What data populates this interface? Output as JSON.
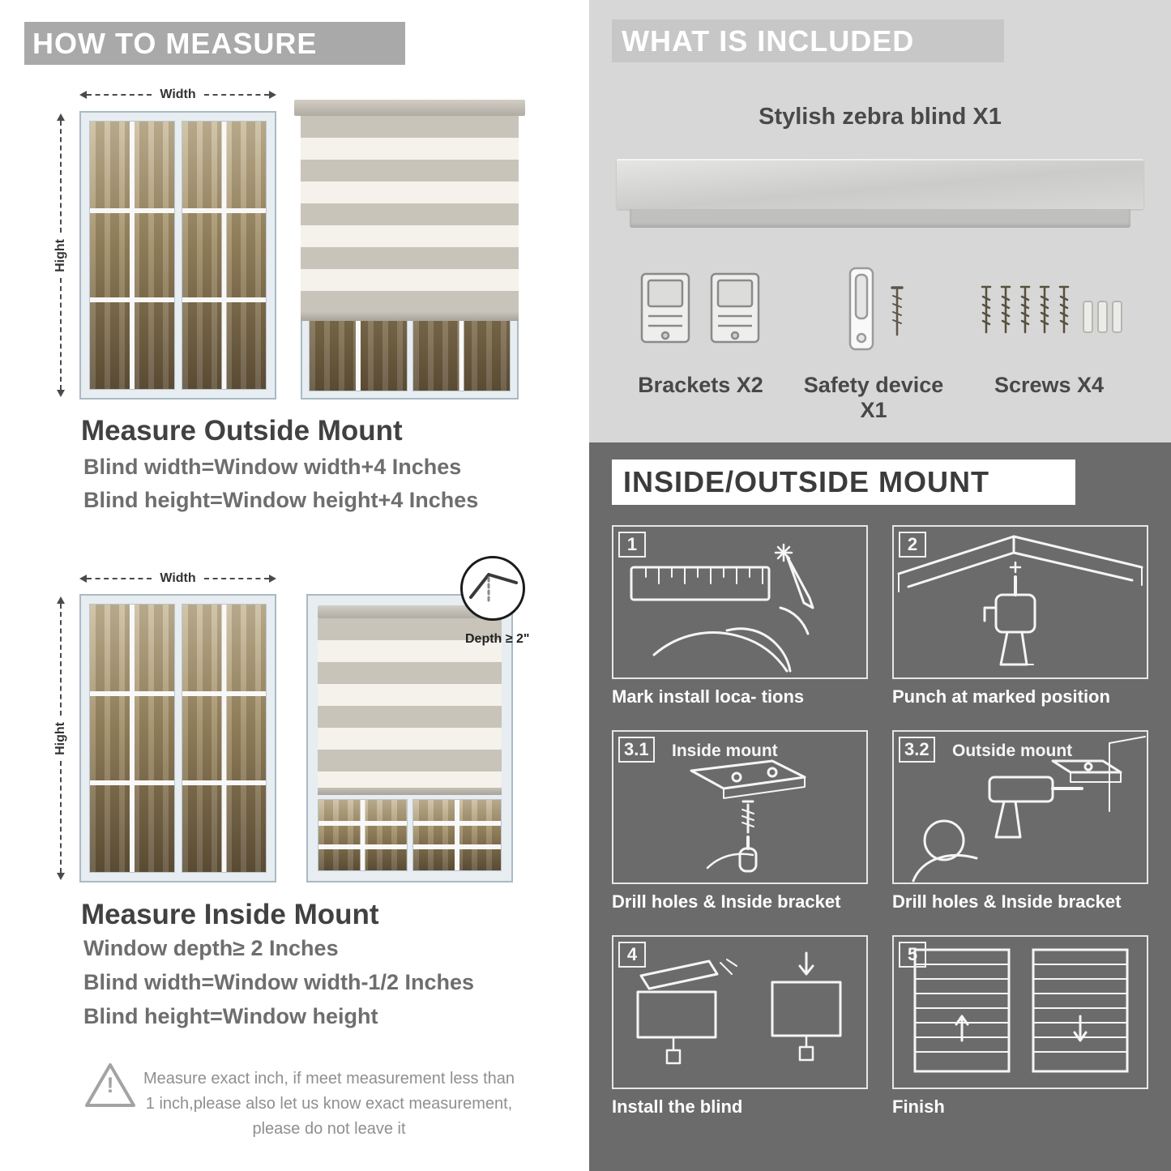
{
  "colors": {
    "left_banner_bg": "#a9a9a9",
    "included_bg": "#d7d7d7",
    "included_banner_bg": "#c7c7c7",
    "mount_bg": "#6b6b6b",
    "mount_banner_bg": "#ffffff",
    "heading_text": "#414141",
    "body_text": "#6e6e6e",
    "banner_text": "#ffffff",
    "blind_stripe_dark": "#c8c4ba",
    "blind_stripe_light": "#f4f2eb"
  },
  "left": {
    "header": "HOW TO MEASURE",
    "outside": {
      "width_label": "Width",
      "height_label": "Hight",
      "title": "Measure Outside Mount",
      "rule1": "Blind width=Window width+4 Inches",
      "rule2": "Blind height=Window height+4 Inches"
    },
    "inside": {
      "width_label": "Width",
      "height_label": "Hight",
      "depth_label": "Depth ≥ 2\"",
      "title": "Measure Inside Mount",
      "rule1": "Window depth≥ 2 Inches",
      "rule2": "Blind width=Window width-1/2 Inches",
      "rule3": "Blind height=Window height"
    },
    "warning": {
      "icon_mark": "!",
      "text": "Measure exact inch, if meet measurement less than 1 inch,please also let us know exact measurement, please do not leave it"
    }
  },
  "right": {
    "included": {
      "header": "WHAT IS INCLUDED",
      "product_title": "Stylish zebra blind X1",
      "items": [
        {
          "label": "Brackets X2"
        },
        {
          "label": "Safety device X1"
        },
        {
          "label": "Screws X4"
        }
      ]
    },
    "mount": {
      "header": "INSIDE/OUTSIDE MOUNT",
      "steps": [
        {
          "num": "1",
          "caption": "Mark install loca- tions"
        },
        {
          "num": "2",
          "caption": "Punch at  marked position"
        },
        {
          "num": "3.1",
          "label": "Inside mount",
          "caption": "Drill holes &  Inside bracket"
        },
        {
          "num": "3.2",
          "label": "Outside mount",
          "caption": "Drill holes &  Inside bracket"
        },
        {
          "num": "4",
          "caption": "Install the blind"
        },
        {
          "num": "5",
          "caption": "Finish"
        }
      ]
    }
  }
}
